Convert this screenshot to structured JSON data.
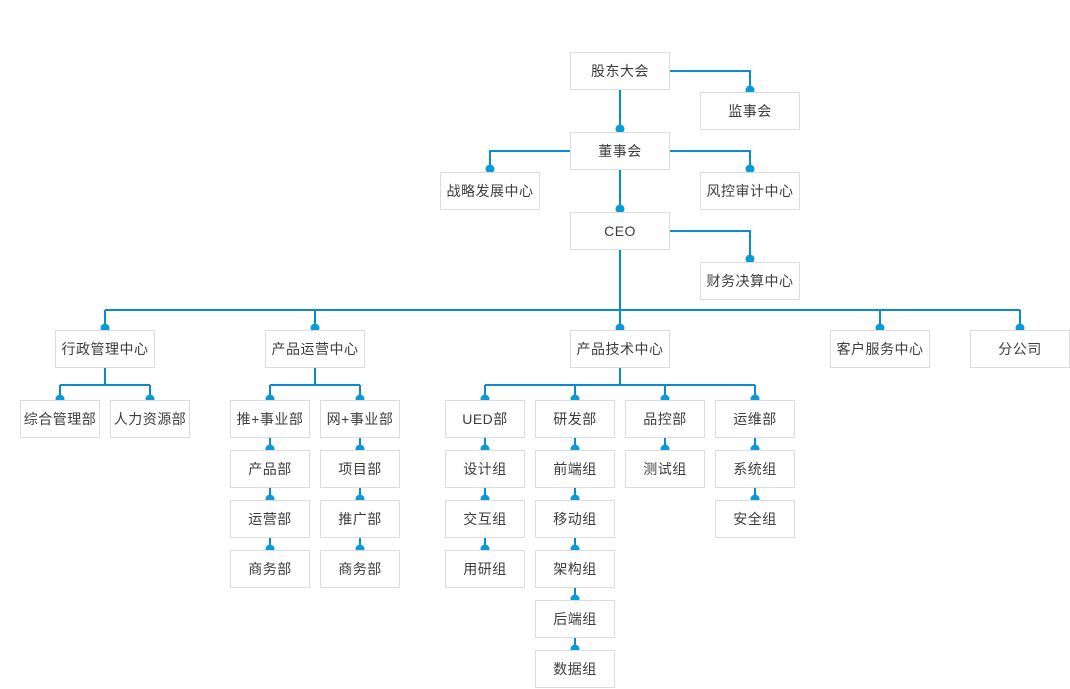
{
  "chart": {
    "type": "org-chart",
    "title": "",
    "colors": {
      "connector": "#0b8bc9",
      "node_border": "#dcdcdc",
      "node_fill": "#ffffff",
      "node_text": "#3c3c3c",
      "background": "#ffffff"
    },
    "nodes": {
      "shareholders_meeting": "股东大会",
      "board_of_supervisors": "监事会",
      "board_of_directors": "董事会",
      "strategy_development_center": "战略发展中心",
      "risk_audit_center": "风控审计中心",
      "ceo": "CEO",
      "finance_settlement_center": "财务决算中心",
      "admin_management_center": "行政管理中心",
      "general_management_dept": "综合管理部",
      "human_resources_dept": "人力资源部",
      "product_operation_center": "产品运营中心",
      "tui_business_unit": "推+事业部",
      "product_dept": "产品部",
      "operation_dept": "运营部",
      "business_dept_1": "商务部",
      "wang_business_unit": "网+事业部",
      "project_dept": "项目部",
      "promotion_dept": "推广部",
      "business_dept_2": "商务部",
      "product_technology_center": "产品技术中心",
      "ued_dept": "UED部",
      "design_group": "设计组",
      "interaction_group": "交互组",
      "user_research_group": "用研组",
      "rd_dept": "研发部",
      "frontend_group": "前端组",
      "mobile_group": "移动组",
      "architecture_group": "架构组",
      "backend_group": "后端组",
      "data_group": "数据组",
      "qa_dept": "品控部",
      "test_group": "测试组",
      "ops_dept": "运维部",
      "system_group": "系统组",
      "security_group": "安全组",
      "customer_service_center": "客户服务中心",
      "branch_company": "分公司"
    },
    "hierarchy": [
      {
        "id": "shareholders_meeting",
        "label": "股东大会",
        "children": [
          {
            "id": "board_of_supervisors",
            "label": "监事会",
            "children": []
          },
          {
            "id": "board_of_directors",
            "label": "董事会",
            "children": [
              {
                "id": "strategy_development_center",
                "label": "战略发展中心",
                "children": []
              },
              {
                "id": "risk_audit_center",
                "label": "风控审计中心",
                "children": []
              },
              {
                "id": "ceo",
                "label": "CEO",
                "children": [
                  {
                    "id": "finance_settlement_center",
                    "label": "财务决算中心",
                    "children": []
                  },
                  {
                    "id": "admin_management_center",
                    "label": "行政管理中心",
                    "children": [
                      {
                        "id": "general_management_dept",
                        "label": "综合管理部",
                        "children": []
                      },
                      {
                        "id": "human_resources_dept",
                        "label": "人力资源部",
                        "children": []
                      }
                    ]
                  },
                  {
                    "id": "product_operation_center",
                    "label": "产品运营中心",
                    "children": [
                      {
                        "id": "tui_business_unit",
                        "label": "推+事业部",
                        "chain": [
                          "产品部",
                          "运营部",
                          "商务部"
                        ]
                      },
                      {
                        "id": "wang_business_unit",
                        "label": "网+事业部",
                        "chain": [
                          "项目部",
                          "推广部",
                          "商务部"
                        ]
                      }
                    ]
                  },
                  {
                    "id": "product_technology_center",
                    "label": "产品技术中心",
                    "children": [
                      {
                        "id": "ued_dept",
                        "label": "UED部",
                        "chain": [
                          "设计组",
                          "交互组",
                          "用研组"
                        ]
                      },
                      {
                        "id": "rd_dept",
                        "label": "研发部",
                        "chain": [
                          "前端组",
                          "移动组",
                          "架构组",
                          "后端组",
                          "数据组"
                        ]
                      },
                      {
                        "id": "qa_dept",
                        "label": "品控部",
                        "chain": [
                          "测试组"
                        ]
                      },
                      {
                        "id": "ops_dept",
                        "label": "运维部",
                        "chain": [
                          "系统组",
                          "安全组"
                        ]
                      }
                    ]
                  },
                  {
                    "id": "customer_service_center",
                    "label": "客户服务中心",
                    "children": []
                  },
                  {
                    "id": "branch_company",
                    "label": "分公司",
                    "children": []
                  }
                ]
              }
            ]
          }
        ]
      }
    ]
  }
}
